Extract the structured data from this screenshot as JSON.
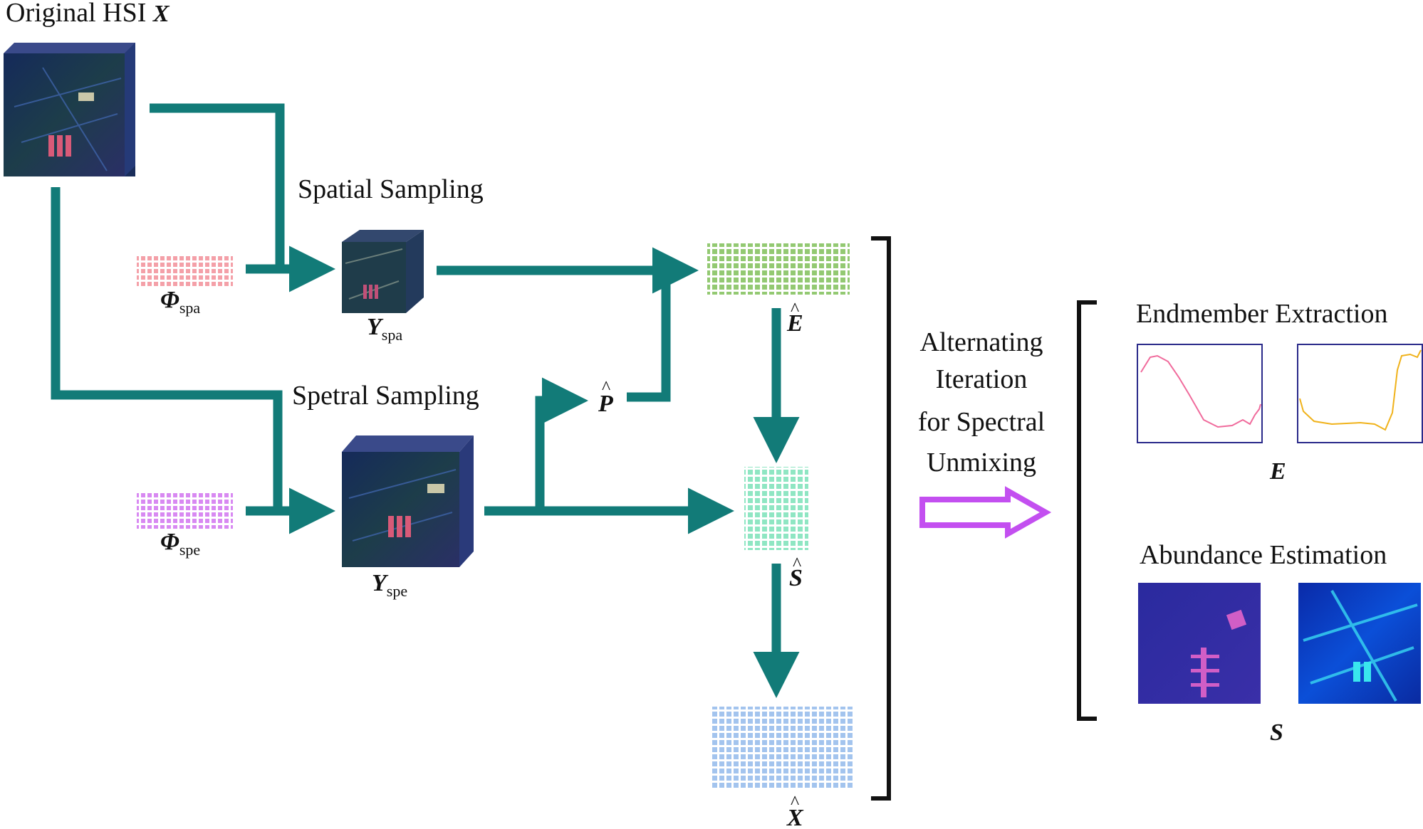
{
  "title": {
    "text": "Original HSI ",
    "symbol": "X"
  },
  "sampling": {
    "spatial": "Spatial Sampling",
    "spectral": "Spetral Sampling"
  },
  "matrices": {
    "phi_spa": {
      "base": "Φ",
      "sub": "spa"
    },
    "phi_spe": {
      "base": "Φ",
      "sub": "spe"
    },
    "y_spa": {
      "base": "Y",
      "sub": "spa"
    },
    "y_spe": {
      "base": "Y",
      "sub": "spe"
    },
    "p_hat": "P",
    "e_hat": "E",
    "s_hat": "S",
    "x_hat": "X"
  },
  "iteration": {
    "line1": "Alternating",
    "line2": "Iteration",
    "line3": "for Spectral",
    "line4": "Unmixing"
  },
  "results": {
    "endmember_title": "Endmember Extraction",
    "endmember_symbol": "E",
    "abundance_title": "Abundance Estimation",
    "abundance_symbol": "S"
  },
  "colors": {
    "arrow": "#127b78",
    "phi_spa": "#f4a0a8",
    "phi_spe": "#d889f2",
    "e_hat": "#93c972",
    "s_hat": "#8fe6c3",
    "x_hat": "#a3c4ee",
    "curve_pink": "#f06b9c",
    "curve_yellow": "#f0b21a",
    "hollow_arrow": "#c34ff0"
  }
}
